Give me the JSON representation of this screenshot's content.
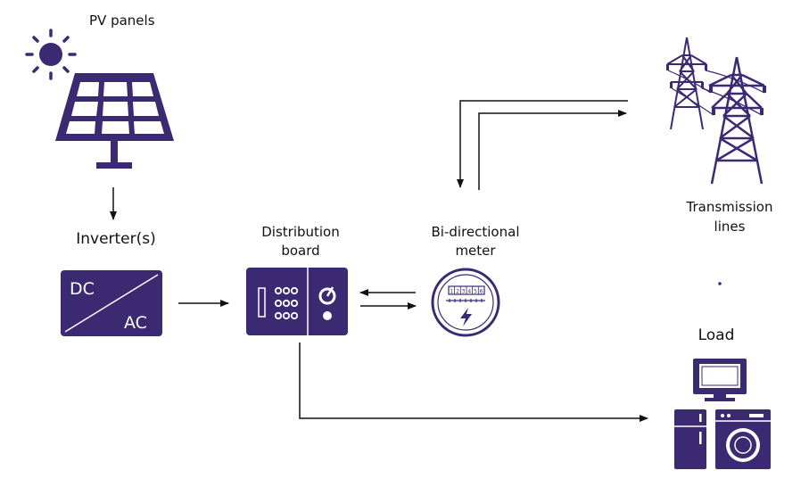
{
  "labels": {
    "pv_panels": "PV panels",
    "inverter": "Inverter(s)",
    "distribution_line1": "Distribution",
    "distribution_line2": "board",
    "meter_line1": "Bi-directional",
    "meter_line2": "meter",
    "transmission_line1": "Transmission",
    "transmission_line2": "lines",
    "load": "Load"
  },
  "inverter_box": {
    "dc": "DC",
    "ac": "AC"
  },
  "meter_display": [
    "1",
    "2",
    "3",
    "4",
    "5",
    "6"
  ],
  "colors": {
    "accent": "#3b2a72",
    "line": "#111111",
    "background": "#ffffff"
  },
  "icons": [
    "sun-icon",
    "solar-panel-icon",
    "inverter-icon",
    "distribution-board-icon",
    "meter-icon",
    "transmission-tower-icon",
    "tv-icon",
    "fridge-icon",
    "washing-machine-icon"
  ]
}
